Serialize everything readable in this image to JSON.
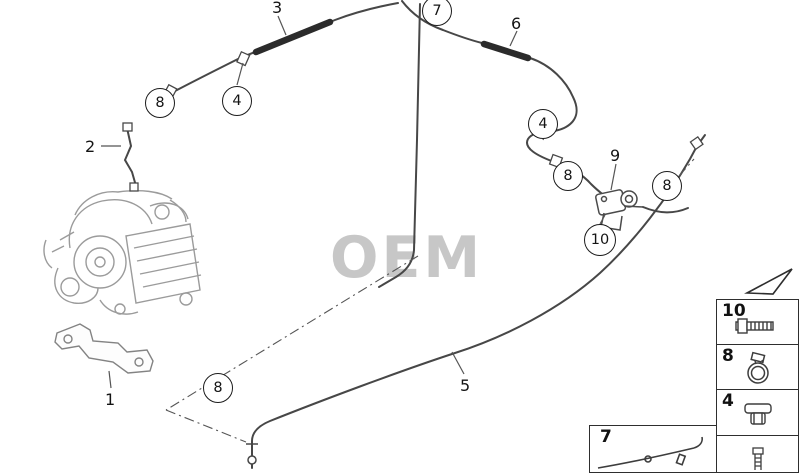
{
  "watermark": "OEM",
  "callouts": {
    "c1": "1",
    "c2": "2",
    "c3": "3",
    "c5": "5",
    "c6": "6",
    "c7": "7",
    "c9": "9",
    "c10": "10",
    "c4a": "4",
    "c4b": "4",
    "c8a": "8",
    "c8b": "8",
    "c8c": "8",
    "c8d": "8"
  },
  "legend": {
    "rows": [
      {
        "label": "10",
        "icon": "hex-bolt-icon"
      },
      {
        "label": "8",
        "icon": "hose-clamp-icon"
      },
      {
        "label": "4",
        "icon": "line-clip-icon"
      }
    ],
    "partial_row": {
      "icon": "screw-icon"
    },
    "bottom_row": {
      "label": "7",
      "icon": "fuel-line-icon"
    }
  },
  "colors": {
    "line": "#474747",
    "dark_segment": "#2b2b2b",
    "engine": "#9b9b9b",
    "watermark": "#c7c7c7"
  }
}
